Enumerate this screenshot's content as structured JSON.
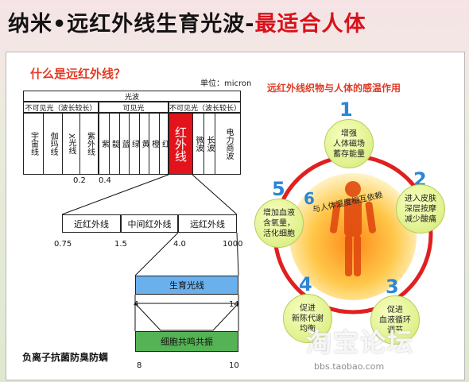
{
  "title": {
    "part1": "纳米•远红外线生育光波",
    "dash": "-",
    "part2": "最适合人体"
  },
  "left": {
    "question": "什么是远红外线？",
    "unit": "单位：micron",
    "header_light": "光波",
    "invisible_short": "不可见光（波长较长）",
    "visible": "可见光",
    "invisible_long": "不可见光（波长较长）",
    "cells": [
      "宇宙线",
      "伽玛线",
      "X光线",
      "紫外线"
    ],
    "colors": [
      "紫",
      "靛",
      "蓝",
      "绿",
      "黄",
      "橙",
      "红"
    ],
    "ir": "红外线",
    "micro": "微波",
    "longwave": "长波",
    "radio": "电力商波",
    "tick_02": "0.2",
    "tick_04": "0.4",
    "near_ir": "近红外线",
    "mid_ir": "中间红外线",
    "far_ir": "远红外线",
    "t_075": "0.75",
    "t_15": "1.5",
    "t_40": "4.0",
    "t_1000": "1000",
    "growth": "生育光线",
    "t_4": "4",
    "t_14": "14",
    "cell_res": "细胞共鸣共振",
    "t_8": "8",
    "t_10": "10",
    "footer": "负离子抗菌防臭防螨"
  },
  "right": {
    "title": "远红外线织物与人体的感温作用",
    "center": "与人体温度相互依赖",
    "n1": "1",
    "b1": "增强\n人体磁场\n蓄存能量",
    "n2": "2",
    "b2": "进入皮肤\n深层按摩\n减少酸痛",
    "n3": "3",
    "b3": "促进\n血液循环\n调节",
    "n4": "4",
    "b4": "促进\n新陈代谢\n均衡",
    "n5": "5",
    "b5": "增加血液\n含氧量，\n活化细胞",
    "n6": "6"
  },
  "watermark": {
    "main": "淘宝论坛",
    "url": "bbs.taobao.com"
  },
  "colors": {
    "red": "#d8121b",
    "blue": "#6ab0ec",
    "green": "#55b255"
  }
}
